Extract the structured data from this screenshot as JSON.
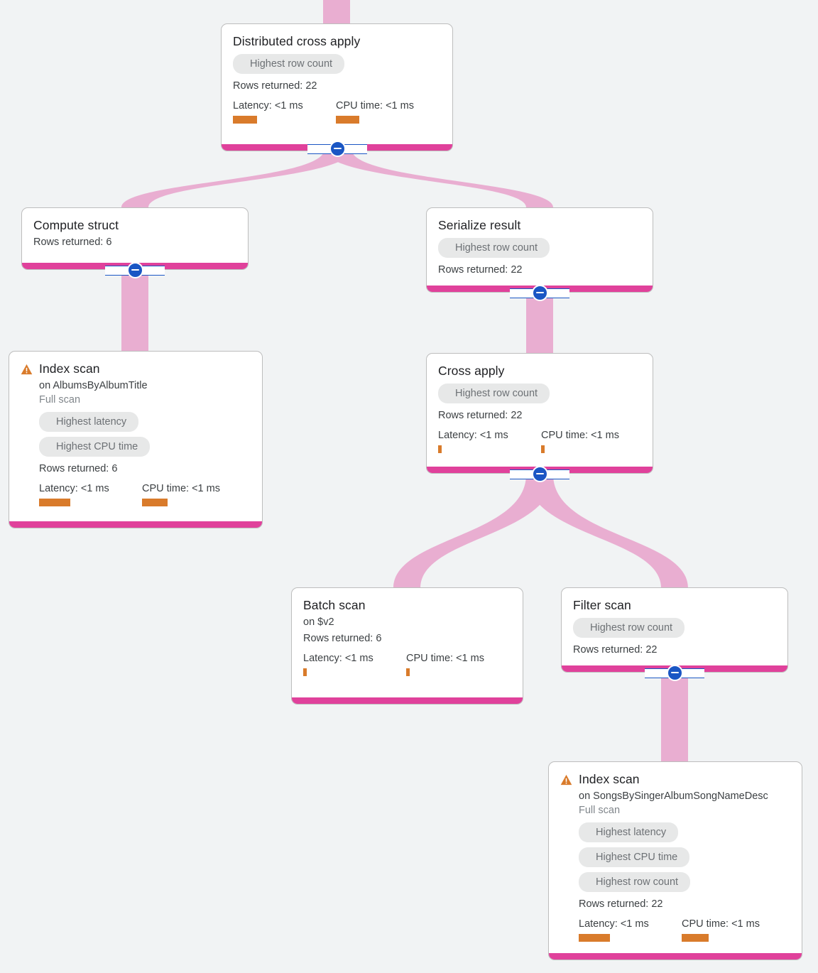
{
  "theme": {
    "background": "#f1f3f4",
    "node_background": "#ffffff",
    "node_border": "#bdbdbd",
    "node_footer": "#e0419b",
    "edge": "#e9aed1",
    "chip_background": "#e7e8e8",
    "chip_text": "#6d7175",
    "metric_bar": "#d97b2b",
    "toggle": "#1a56c4",
    "warning": "#d97b2b"
  },
  "labels": {
    "rows_returned": "Rows returned:",
    "latency": "Latency:",
    "cpu_time": "CPU time:",
    "full_scan": "Full scan"
  },
  "nodes": [
    {
      "id": "distributed-cross-apply",
      "title": "Distributed cross apply",
      "warning": false,
      "subtitle": null,
      "scan_note": null,
      "chips": [
        "Highest row count"
      ],
      "rows": "Rows returned: 22",
      "latency": "Latency: <1 ms",
      "cpu": "CPU time: <1 ms",
      "latency_bar_width": 34,
      "cpu_bar_width": 33,
      "has_toggle": true
    },
    {
      "id": "compute-struct",
      "title": "Compute struct",
      "warning": false,
      "subtitle": null,
      "scan_note": null,
      "chips": [],
      "rows": "Rows returned: 6",
      "latency": null,
      "cpu": null,
      "has_toggle": true
    },
    {
      "id": "serialize-result",
      "title": "Serialize result",
      "warning": false,
      "subtitle": null,
      "scan_note": null,
      "chips": [
        "Highest row count"
      ],
      "rows": "Rows returned: 22",
      "latency": null,
      "cpu": null,
      "has_toggle": true
    },
    {
      "id": "index-scan-albums",
      "title": "Index scan",
      "warning": true,
      "subtitle": "on AlbumsByAlbumTitle",
      "scan_note": "Full scan",
      "chips": [
        "Highest latency",
        "Highest CPU time"
      ],
      "rows": "Rows returned: 6",
      "latency": "Latency: <1 ms",
      "cpu": "CPU time: <1 ms",
      "latency_bar_width": 44,
      "cpu_bar_width": 36,
      "has_toggle": false
    },
    {
      "id": "cross-apply",
      "title": "Cross apply",
      "warning": false,
      "subtitle": null,
      "scan_note": null,
      "chips": [
        "Highest row count"
      ],
      "rows": "Rows returned: 22",
      "latency": "Latency: <1 ms",
      "cpu": "CPU time: <1 ms",
      "latency_bar_width": 5,
      "cpu_bar_width": 5,
      "has_toggle": true
    },
    {
      "id": "batch-scan",
      "title": "Batch scan",
      "warning": false,
      "subtitle": "on $v2",
      "scan_note": null,
      "chips": [],
      "rows": "Rows returned: 6",
      "latency": "Latency: <1 ms",
      "cpu": "CPU time: <1 ms",
      "latency_bar_width": 5,
      "cpu_bar_width": 5,
      "has_toggle": false
    },
    {
      "id": "filter-scan",
      "title": "Filter scan",
      "warning": false,
      "subtitle": null,
      "scan_note": null,
      "chips": [
        "Highest row count"
      ],
      "rows": "Rows returned: 22",
      "latency": null,
      "cpu": null,
      "has_toggle": true
    },
    {
      "id": "index-scan-songs",
      "title": "Index scan",
      "warning": true,
      "subtitle": "on SongsBySingerAlbumSongNameDesc",
      "scan_note": "Full scan",
      "chips": [
        "Highest latency",
        "Highest CPU time",
        "Highest row count"
      ],
      "rows": "Rows returned: 22",
      "latency": "Latency: <1 ms",
      "cpu": "CPU time: <1 ms",
      "latency_bar_width": 44,
      "cpu_bar_width": 38,
      "has_toggle": false
    }
  ],
  "edges": [
    {
      "from": "inlet",
      "to": "distributed-cross-apply"
    },
    {
      "from": "distributed-cross-apply",
      "to": "compute-struct"
    },
    {
      "from": "distributed-cross-apply",
      "to": "serialize-result"
    },
    {
      "from": "compute-struct",
      "to": "index-scan-albums"
    },
    {
      "from": "serialize-result",
      "to": "cross-apply"
    },
    {
      "from": "cross-apply",
      "to": "batch-scan"
    },
    {
      "from": "cross-apply",
      "to": "filter-scan"
    },
    {
      "from": "filter-scan",
      "to": "index-scan-songs"
    }
  ]
}
